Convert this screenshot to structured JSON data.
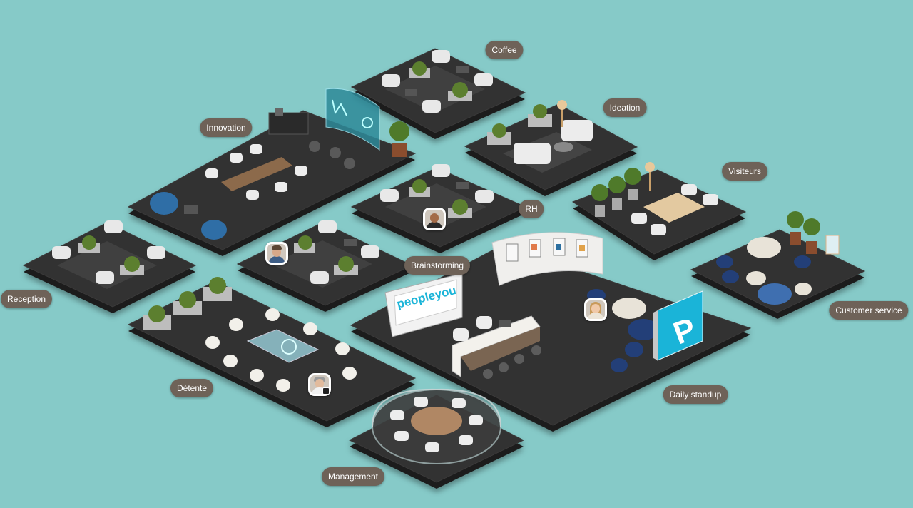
{
  "rooms": [
    {
      "key": "coffee",
      "label": "Coffee"
    },
    {
      "key": "ideation",
      "label": "Ideation"
    },
    {
      "key": "innovation",
      "label": "Innovation"
    },
    {
      "key": "visiteurs",
      "label": "Visiteurs"
    },
    {
      "key": "rh",
      "label": "RH"
    },
    {
      "key": "brainstorming",
      "label": "Brainstorming"
    },
    {
      "key": "reception",
      "label": "Reception"
    },
    {
      "key": "customer_service",
      "label": "Customer service"
    },
    {
      "key": "detente",
      "label": "Détente"
    },
    {
      "key": "daily_standup",
      "label": "Daily standup"
    },
    {
      "key": "management",
      "label": "Management"
    }
  ],
  "brand": {
    "wall_text": "peopleyou",
    "sign_letter": "P",
    "sign_color": "#1ab4d8"
  },
  "avatars": [
    {
      "key": "rh",
      "room": "RH"
    },
    {
      "key": "brainstorming",
      "room": "Brainstorming"
    },
    {
      "key": "daily_standup",
      "room": "Daily standup"
    },
    {
      "key": "detente",
      "room": "Détente",
      "mic": "on"
    }
  ],
  "colors": {
    "background": "#86cac8",
    "floor": "#2f2e2e",
    "label_bg": "#6e6258",
    "label_text": "#ffffff"
  }
}
